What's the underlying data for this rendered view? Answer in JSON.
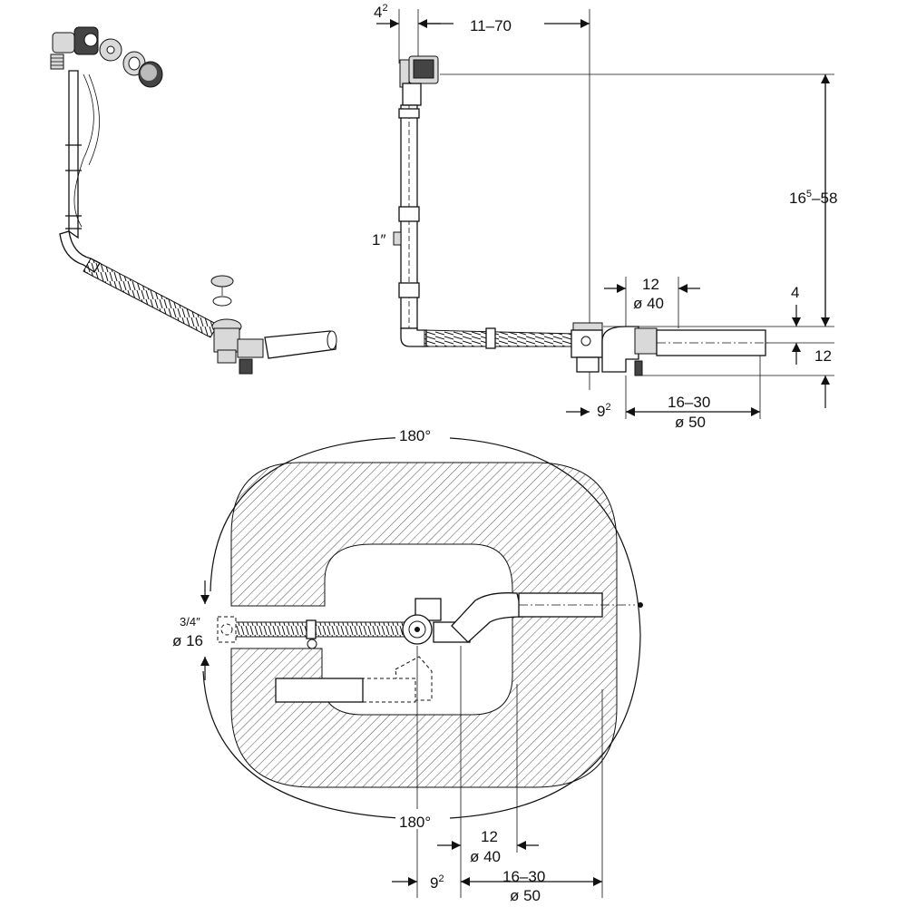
{
  "side_view": {
    "dims": {
      "offset_top_base": "4",
      "offset_top_sup": "2",
      "width_range": "11–70",
      "height_range_base": "16",
      "height_range_sup": "5",
      "height_range_rest": "–58",
      "thread": "1″",
      "inlet_width": "12",
      "inlet_dia": "ø 40",
      "top_gap": "4",
      "drain_height": "12",
      "drain_offset_base": "9",
      "drain_offset_sup": "2",
      "outlet_range": "16–30",
      "outlet_dia": "ø 50"
    }
  },
  "plan_view": {
    "dims": {
      "rotation_top": "180°",
      "rotation_bottom": "180°",
      "hose_size": "3/4″",
      "hose_dia": "ø 16",
      "inlet_width": "12",
      "inlet_dia": "ø 40",
      "drain_offset_base": "9",
      "drain_offset_sup": "2",
      "outlet_range": "16–30",
      "outlet_dia": "ø 50"
    }
  },
  "colors": {
    "line": "#111111",
    "hatch": "#555555",
    "background": "#ffffff"
  }
}
